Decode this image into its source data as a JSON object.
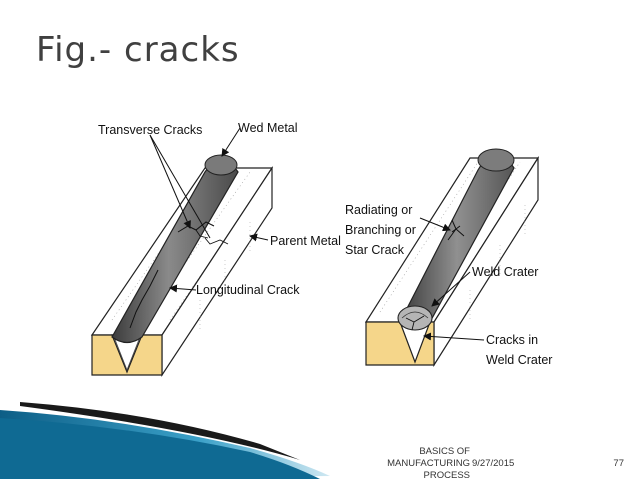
{
  "slide": {
    "title": "Fig.- cracks"
  },
  "left_figure": {
    "labels": {
      "transverse": "Transverse Cracks",
      "weld_metal": "Wed Metal",
      "parent_metal": "Parent Metal",
      "longitudinal": "Longitudinal Crack"
    }
  },
  "right_figure": {
    "labels": {
      "radiating_1": "Radiating or",
      "radiating_2": "Branching or",
      "radiating_3": "Star Crack",
      "weld_crater": "Weld Crater",
      "cracks_in_1": "Cracks in",
      "cracks_in_2": "Weld Crater"
    }
  },
  "footer": {
    "course_line1": "BASICS OF MANUFACTURING",
    "course_line2": "PROCESS",
    "date": "9/27/2015",
    "page": "77"
  },
  "colors": {
    "title": "#404040",
    "groove_fill": "#f5d68a",
    "bead_dark": "#5a5a5a",
    "accent_teal": "#1f7fa8"
  }
}
